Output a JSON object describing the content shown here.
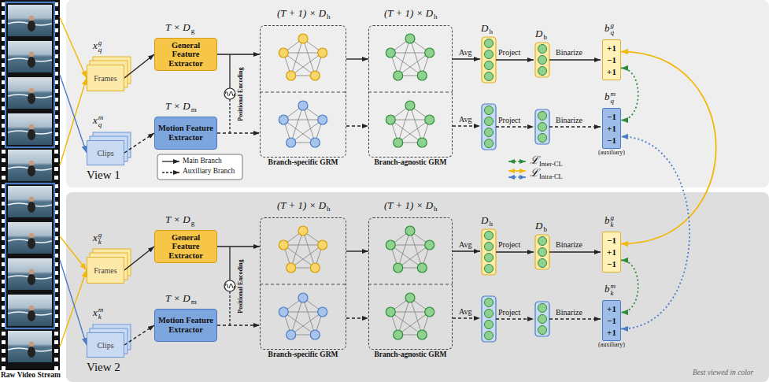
{
  "diagram": {
    "nodes": [
      {
        "text": [
          "Raw Video Stream"
        ]
      },
      {
        "text": [
          "View 1"
        ]
      },
      {
        "text": [
          "Frames"
        ],
        "in": 1
      },
      {
        "text": [
          "Clips"
        ],
        "in": 1
      },
      {
        "text": [
          "General Feature Extractor"
        ],
        "in": 1
      },
      {
        "text": [
          "Motion Feature Extractor"
        ],
        "in": 1
      },
      {
        "text": [
          "Branch-specific GRM"
        ],
        "in": 1
      },
      {
        "text": [
          "Branch-agnostic GRM"
        ],
        "in": 1
      },
      {
        "text": [
          "+1",
          "−1",
          "+1"
        ],
        "in": 1
      },
      {
        "text": [
          "−1",
          "+1",
          "−1",
          "(auxiliary)"
        ],
        "in": 1
      },
      {
        "text": [
          "View 2"
        ]
      },
      {
        "text": [
          "Frames"
        ],
        "in": 10
      },
      {
        "text": [
          "Clips"
        ],
        "in": 10
      },
      {
        "text": [
          "General Feature Extractor"
        ],
        "in": 10
      },
      {
        "text": [
          "Motion Feature Extractor"
        ],
        "in": 10
      },
      {
        "text": [
          "Branch-specific GRM"
        ],
        "in": 10
      },
      {
        "text": [
          "Branch-agnostic GRM"
        ],
        "in": 10
      },
      {
        "text": [
          "−1",
          "+1",
          "−1"
        ],
        "in": 10
      },
      {
        "text": [
          "+1",
          "−1",
          "+1",
          "(auxiliary)"
        ],
        "in": 10
      }
    ],
    "edges": [
      {
        "from": 0,
        "to": 2,
        "arrow": "to"
      },
      {
        "from": 0,
        "to": 2,
        "arrow": "to"
      },
      {
        "from": 0,
        "to": 3,
        "arrow": "to"
      },
      {
        "from": 0,
        "to": 11,
        "arrow": "to"
      },
      {
        "from": 0,
        "to": 11,
        "arrow": "to"
      },
      {
        "from": 0,
        "to": 12,
        "arrow": "to"
      },
      {
        "from": 2,
        "to": 4,
        "arrow": "to"
      },
      {
        "from": 3,
        "to": 5,
        "arrow": "to"
      },
      {
        "from": 4,
        "to": 6,
        "arrow": "to"
      },
      {
        "from": 5,
        "to": 6,
        "arrow": "to"
      },
      {
        "from": 6,
        "to": 7,
        "arrow": "to"
      },
      {
        "from": 6,
        "to": 7,
        "arrow": "to"
      },
      {
        "from": 11,
        "to": 13,
        "arrow": "to"
      },
      {
        "from": 12,
        "to": 14,
        "arrow": "to"
      },
      {
        "from": 13,
        "to": 15,
        "arrow": "to"
      },
      {
        "from": 14,
        "to": 15,
        "arrow": "to"
      },
      {
        "from": 15,
        "to": 16,
        "arrow": "to"
      },
      {
        "from": 15,
        "to": 16,
        "arrow": "to"
      },
      {
        "from": 8,
        "to": 9,
        "arrow": "both"
      },
      {
        "from": 17,
        "to": 18,
        "arrow": "both"
      },
      {
        "from": 17,
        "to": 8,
        "arrow": "both"
      },
      {
        "from": 18,
        "to": 9,
        "arrow": "both"
      }
    ],
    "labels": [
      "x",
      "g",
      "q",
      "x",
      "m",
      "q",
      "T × D",
      "g",
      "T × D",
      "m",
      "Positional Encoding",
      "(T + 1) × D",
      "h",
      "(T + 1) × D",
      "h",
      "D",
      "h",
      "D",
      "b",
      "Avg",
      "Project",
      "Binarize",
      "Avg",
      "Project",
      "Binarize",
      "b",
      "g",
      "q",
      "b",
      "m",
      "q",
      "ℒ",
      "ℒ",
      "x",
      "g",
      "k",
      "x",
      "m",
      "k",
      "T × D",
      "g",
      "T × D",
      "m",
      "Positional Encoding",
      "(T + 1) × D",
      "h",
      "(T + 1) × D",
      "h",
      "D",
      "h",
      "D",
      "b",
      "Avg",
      "Project",
      "Binarize",
      "Avg",
      "Project",
      "Binarize",
      "b",
      "g",
      "k",
      "b",
      "m",
      "k",
      "Best viewed in color"
    ],
    "legend": [
      {
        "text": "Main Branch"
      },
      {
        "text": "Auxiliary Branch"
      },
      {
        "text": "Inter-CL"
      },
      {
        "text": "Intra-CL"
      }
    ]
  }
}
